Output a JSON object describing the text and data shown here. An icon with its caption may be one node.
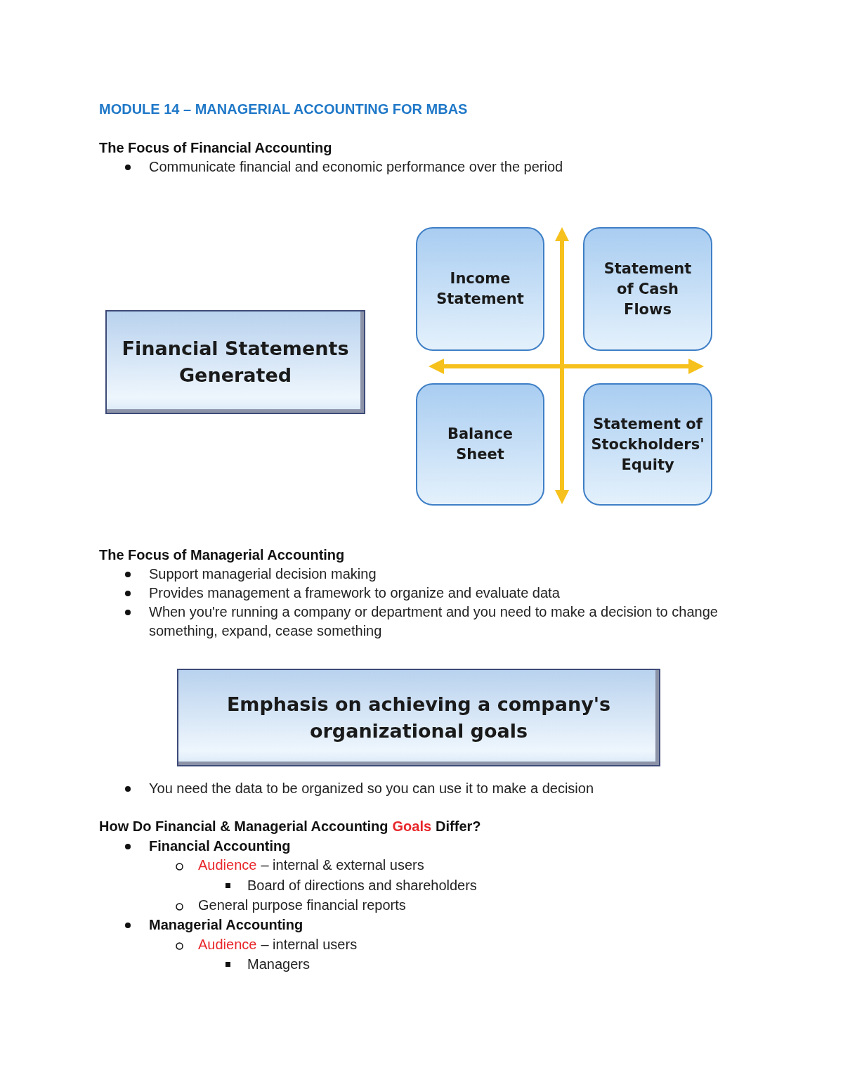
{
  "diagram": {
    "title": "MODULE 14 – MANAGERIAL ACCOUNTING FOR MBAS",
    "nodes": [
      {
        "text": [
          "Financial Statements Generated"
        ]
      },
      {
        "text": [
          "Income Statement"
        ]
      },
      {
        "text": [
          "Statement of Cash Flows"
        ]
      },
      {
        "text": [
          "Balance Sheet"
        ]
      },
      {
        "text": [
          "Statement of Stockholders' Equity"
        ]
      },
      {
        "text": [
          "Emphasis on achieving a company's organizational goals"
        ]
      }
    ],
    "labels": [
      "The Focus of Financial Accounting",
      "Communicate financial and economic performance over the period",
      "The Focus of Managerial Accounting",
      "Support managerial decision making",
      "Provides management a framework to organize and evaluate data",
      "When you're running a company or department and you need to make a decision to change something, expand, cease something",
      "You need the data to be organized so you can use it to make a decision",
      "How Do Financial & Managerial Accounting",
      "Goals",
      "Differ?",
      "Financial Accounting",
      "Audience",
      "– internal & external users",
      "Board of directions and shareholders",
      "General purpose financial reports",
      "Managerial Accounting",
      "Audience",
      "– internal users",
      "Managers"
    ]
  }
}
